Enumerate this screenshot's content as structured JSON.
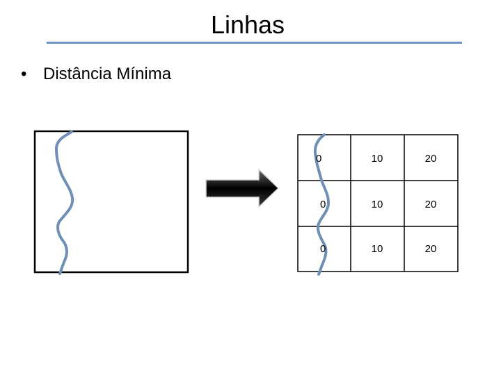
{
  "title": "Linhas",
  "bullet": {
    "marker": "•",
    "text": "Distância Mínima"
  },
  "colors": {
    "line": "#4f81bd",
    "rule": "#4f81bd",
    "arrow": "#000000",
    "border": "#000000"
  },
  "icons": {
    "arrow": "right-arrow-icon"
  },
  "grid": {
    "rows": [
      [
        "0",
        "10",
        "20"
      ],
      [
        "0",
        "10",
        "20"
      ],
      [
        "0",
        "10",
        "20"
      ]
    ]
  }
}
